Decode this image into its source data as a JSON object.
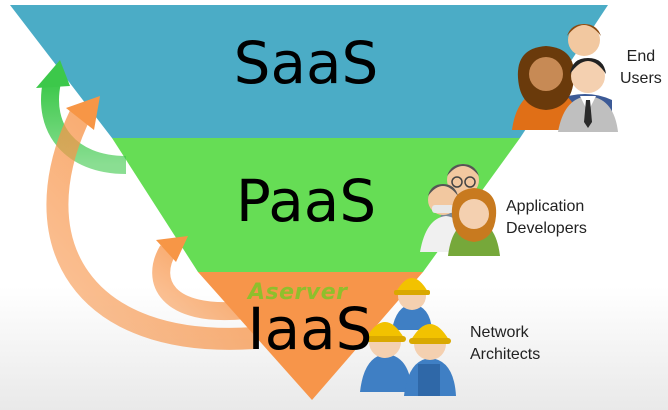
{
  "diagram": {
    "layers": [
      {
        "id": "saas",
        "label": "SaaS",
        "color": "#4bacc6"
      },
      {
        "id": "paas",
        "label": "PaaS",
        "color": "#66dd55"
      },
      {
        "id": "iaas",
        "label": "IaaS",
        "color": "#f7954a"
      }
    ],
    "groups": [
      {
        "id": "end-users",
        "line1": "End",
        "line2": "Users"
      },
      {
        "id": "app-devs",
        "line1": "Application",
        "line2": "Developers"
      },
      {
        "id": "net-arch",
        "line1": "Network",
        "line2": "Architects"
      }
    ],
    "watermark": "Aserver",
    "arrow_colors": {
      "green": "#3cc84a",
      "orange": "#f79646"
    }
  }
}
